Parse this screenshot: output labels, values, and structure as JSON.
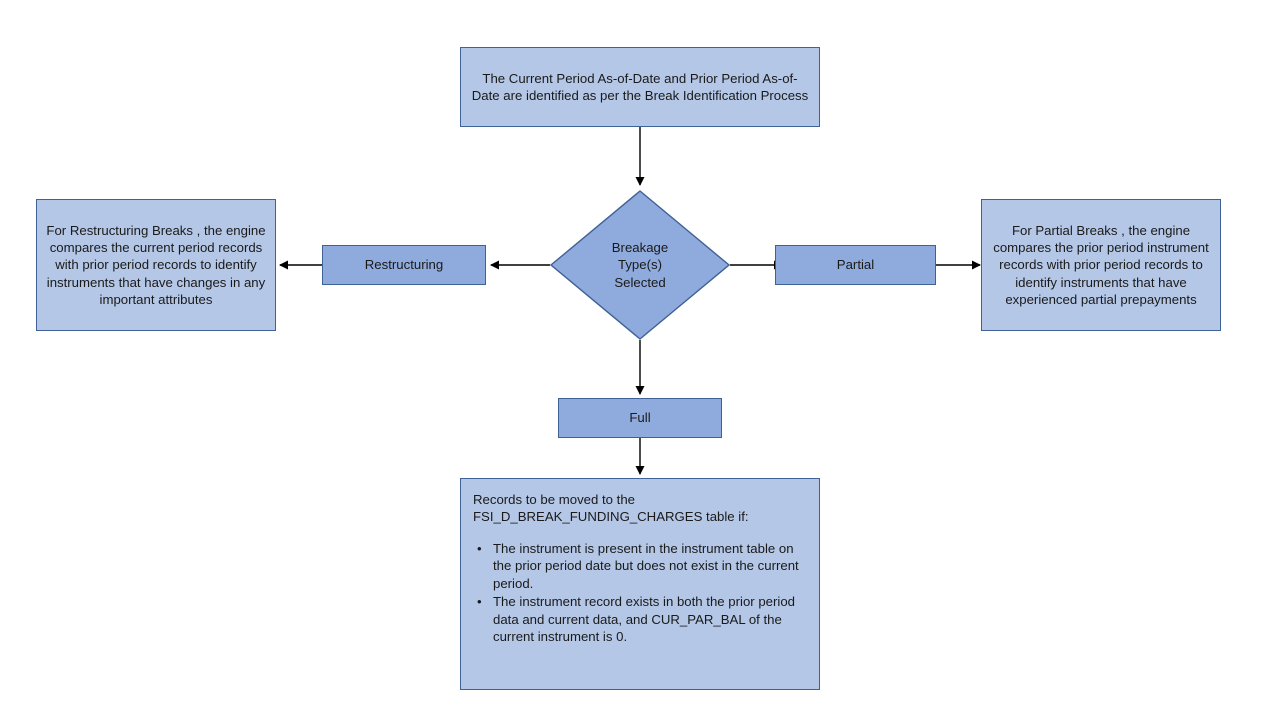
{
  "diagram": {
    "title": "Break Funding Charges Breakage Type Flow",
    "colors": {
      "light_fill": "#b4c7e7",
      "mid_fill": "#8faadc",
      "border": "#3f6196",
      "connector": "#000000",
      "background": "#ffffff",
      "text": "#1a1a1a"
    },
    "nodes": {
      "start_process": {
        "type": "process",
        "text": "The Current Period As-of-Date and Prior Period As-of-Date are identified as per the Break Identification Process"
      },
      "decision": {
        "type": "decision",
        "text": "Breakage\nType(s)\nSelected"
      },
      "restructuring_type": {
        "type": "type-box",
        "text": "Restructuring"
      },
      "partial_type": {
        "type": "type-box",
        "text": "Partial"
      },
      "full_type": {
        "type": "type-box",
        "text": "Full"
      },
      "restructuring_description": {
        "type": "description",
        "text": "For Restructuring Breaks , the engine compares the current period records with prior period records to identify instruments that have changes in any important attributes"
      },
      "partial_description": {
        "type": "description",
        "text": "For Partial Breaks , the engine compares the prior period instrument records with prior period records to identify instruments that have experienced partial prepayments"
      },
      "full_description": {
        "type": "description-detail",
        "lead_line_1": "Records to be moved to the",
        "lead_line_2": "FSI_D_BREAK_FUNDING_CHARGES table if:",
        "bullet_glyph": "•",
        "bullets": [
          "The instrument is present in the instrument table on the prior period date but does not exist in the current period.",
          "The instrument record exists in both the prior period data and current data, and CUR_PAR_BAL of the current instrument is 0."
        ]
      }
    },
    "connectors": [
      {
        "name": "start-to-decision",
        "from": "start_process",
        "to": "decision",
        "direction": "down"
      },
      {
        "name": "decision-to-restructuring",
        "from": "decision",
        "to": "restructuring_type",
        "direction": "left"
      },
      {
        "name": "restructuring-to-description",
        "from": "restructuring_type",
        "to": "restructuring_description",
        "direction": "left"
      },
      {
        "name": "decision-to-partial",
        "from": "decision",
        "to": "partial_type",
        "direction": "right"
      },
      {
        "name": "partial-to-description",
        "from": "partial_type",
        "to": "partial_description",
        "direction": "right"
      },
      {
        "name": "decision-to-full",
        "from": "decision",
        "to": "full_type",
        "direction": "down"
      },
      {
        "name": "full-to-description",
        "from": "full_type",
        "to": "full_description",
        "direction": "down"
      }
    ]
  }
}
